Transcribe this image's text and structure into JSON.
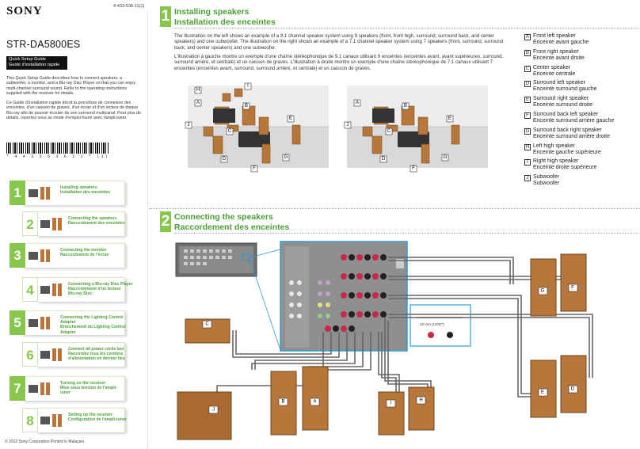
{
  "header": {
    "brand": "SONY",
    "part_number": "4-433-536-11(1)",
    "model": "STR-DA5800ES",
    "guide_lines": [
      "Quick Setup Guide",
      "Guide d'installation rapide"
    ]
  },
  "description": {
    "en": "This Quick Setup Guide describes how to connect speakers, a subwoofer, a monitor, and a Blu-ray Disc Player so that you can enjoy multi-channel surround sound. Refer to the operating instructions supplied with the receiver for details.",
    "fr": "Ce Guide d'installation rapide décrit la procédure de connexion des enceintes, d'un caisson de graves, d'un écran et d'un lecteur de disque Blu-ray afin de pouvoir écouter du son surround multicanal. Pour plus de détails, reportez-vous au mode d'emploi fourni avec l'ampli-tuner."
  },
  "barcode_text": "* 4 4 3 3 5 3 6 1 1 * (1)",
  "steps": [
    {
      "num": "1",
      "lines": [
        "Installing speakers",
        "Installation des enceintes"
      ]
    },
    {
      "num": "2",
      "lines": [
        "Connecting the speakers",
        "Raccordement des enceintes"
      ]
    },
    {
      "num": "3",
      "lines": [
        "Connecting the monitor",
        "Raccordement de l'écran"
      ]
    },
    {
      "num": "4",
      "lines": [
        "Connecting a Blu-ray Disc Player",
        "Raccordement d'un lecteur",
        "Blu-ray Disc"
      ]
    },
    {
      "num": "5",
      "lines": [
        "Connecting the Lighting Control",
        "Adapter",
        "Branchement du Lighting Control",
        "Adapter"
      ]
    },
    {
      "num": "6",
      "lines": [
        "Connect all power cords last",
        "Raccordez tous les cordons",
        "d'alimentation en dernier lieu"
      ]
    },
    {
      "num": "7",
      "lines": [
        "Turning on the receiver",
        "Mise sous tension de l'ampli-",
        "tuner"
      ]
    },
    {
      "num": "8",
      "lines": [
        "Setting up the receiver",
        "Configuration de l'ampli-tuner"
      ]
    }
  ],
  "section1": {
    "num": "1",
    "title_en": "Installing speakers",
    "title_fr": "Installation des enceintes",
    "intro_en": "The illustration on the left shows an example of a 9.1 channel speaker system using 9 speakers (front, front high, surround, surround back, and center speakers) and one subwoofer. The illustration on the right shows an example of a 7.1 channel speaker system using 7 speakers (front, surround, surround back, and center speakers) and one subwoofer.",
    "intro_fr": "L'illustration à gauche montre un exemple d'une chaîne stéréophonique de 9.1 canaux utilisant 9 enceintes (enceintes avant, avant supérieures, surround, surround arrière, et centrale) et un caisson de graves. L'illustration à droite montre un exemple d'une chaîne stéréophonique de 7.1 canaux utilisant 7 enceintes (enceintes avant, surround, surround arrière, et centrale) et un caisson de graves."
  },
  "legend": [
    {
      "key": "A",
      "en": "Front left speaker",
      "fr": "Enceinte avant gauche"
    },
    {
      "key": "B",
      "en": "Front right speaker",
      "fr": "Enceinte avant droite"
    },
    {
      "key": "C",
      "en": "Center speaker",
      "fr": "Enceinte centrale"
    },
    {
      "key": "D",
      "en": "Surround left speaker",
      "fr": "Enceinte surround gauche"
    },
    {
      "key": "E",
      "en": "Surround right speaker",
      "fr": "Enceinte surround droite"
    },
    {
      "key": "F",
      "en": "Surround back left speaker",
      "fr": "Enceinte surround arrière gauche"
    },
    {
      "key": "G",
      "en": "Surround back right speaker",
      "fr": "Enceinte surround arrière droite"
    },
    {
      "key": "H",
      "en": "Left high speaker",
      "fr": "Enceinte gauche supérieure"
    },
    {
      "key": "I",
      "en": "Right high speaker",
      "fr": "Enceinte droite supérieure"
    },
    {
      "key": "J",
      "en": "Subwoofer",
      "fr": "Subwoofer"
    }
  ],
  "section2": {
    "num": "2",
    "title_en": "Connecting the speakers",
    "title_fr": "Raccordement des enceintes",
    "wire_length": "10 mm (13/32\")"
  },
  "room_labels_left": [
    "A",
    "B",
    "C",
    "D",
    "E",
    "F",
    "G",
    "H",
    "I",
    "J"
  ],
  "room_labels_right": [
    "A",
    "B",
    "C",
    "D",
    "E",
    "F",
    "G",
    "J"
  ],
  "speaker_labels": [
    "G",
    "F",
    "C",
    "E",
    "D",
    "B",
    "A",
    "I",
    "H",
    "J"
  ],
  "colors": {
    "accent": "#86c64a",
    "accent_text": "#48a032",
    "wood": "#b8763a",
    "cable": "#555555",
    "highlight": "#2a9bd6"
  },
  "copyright": "© 2012 Sony Corporation   Printed in Malaysia"
}
